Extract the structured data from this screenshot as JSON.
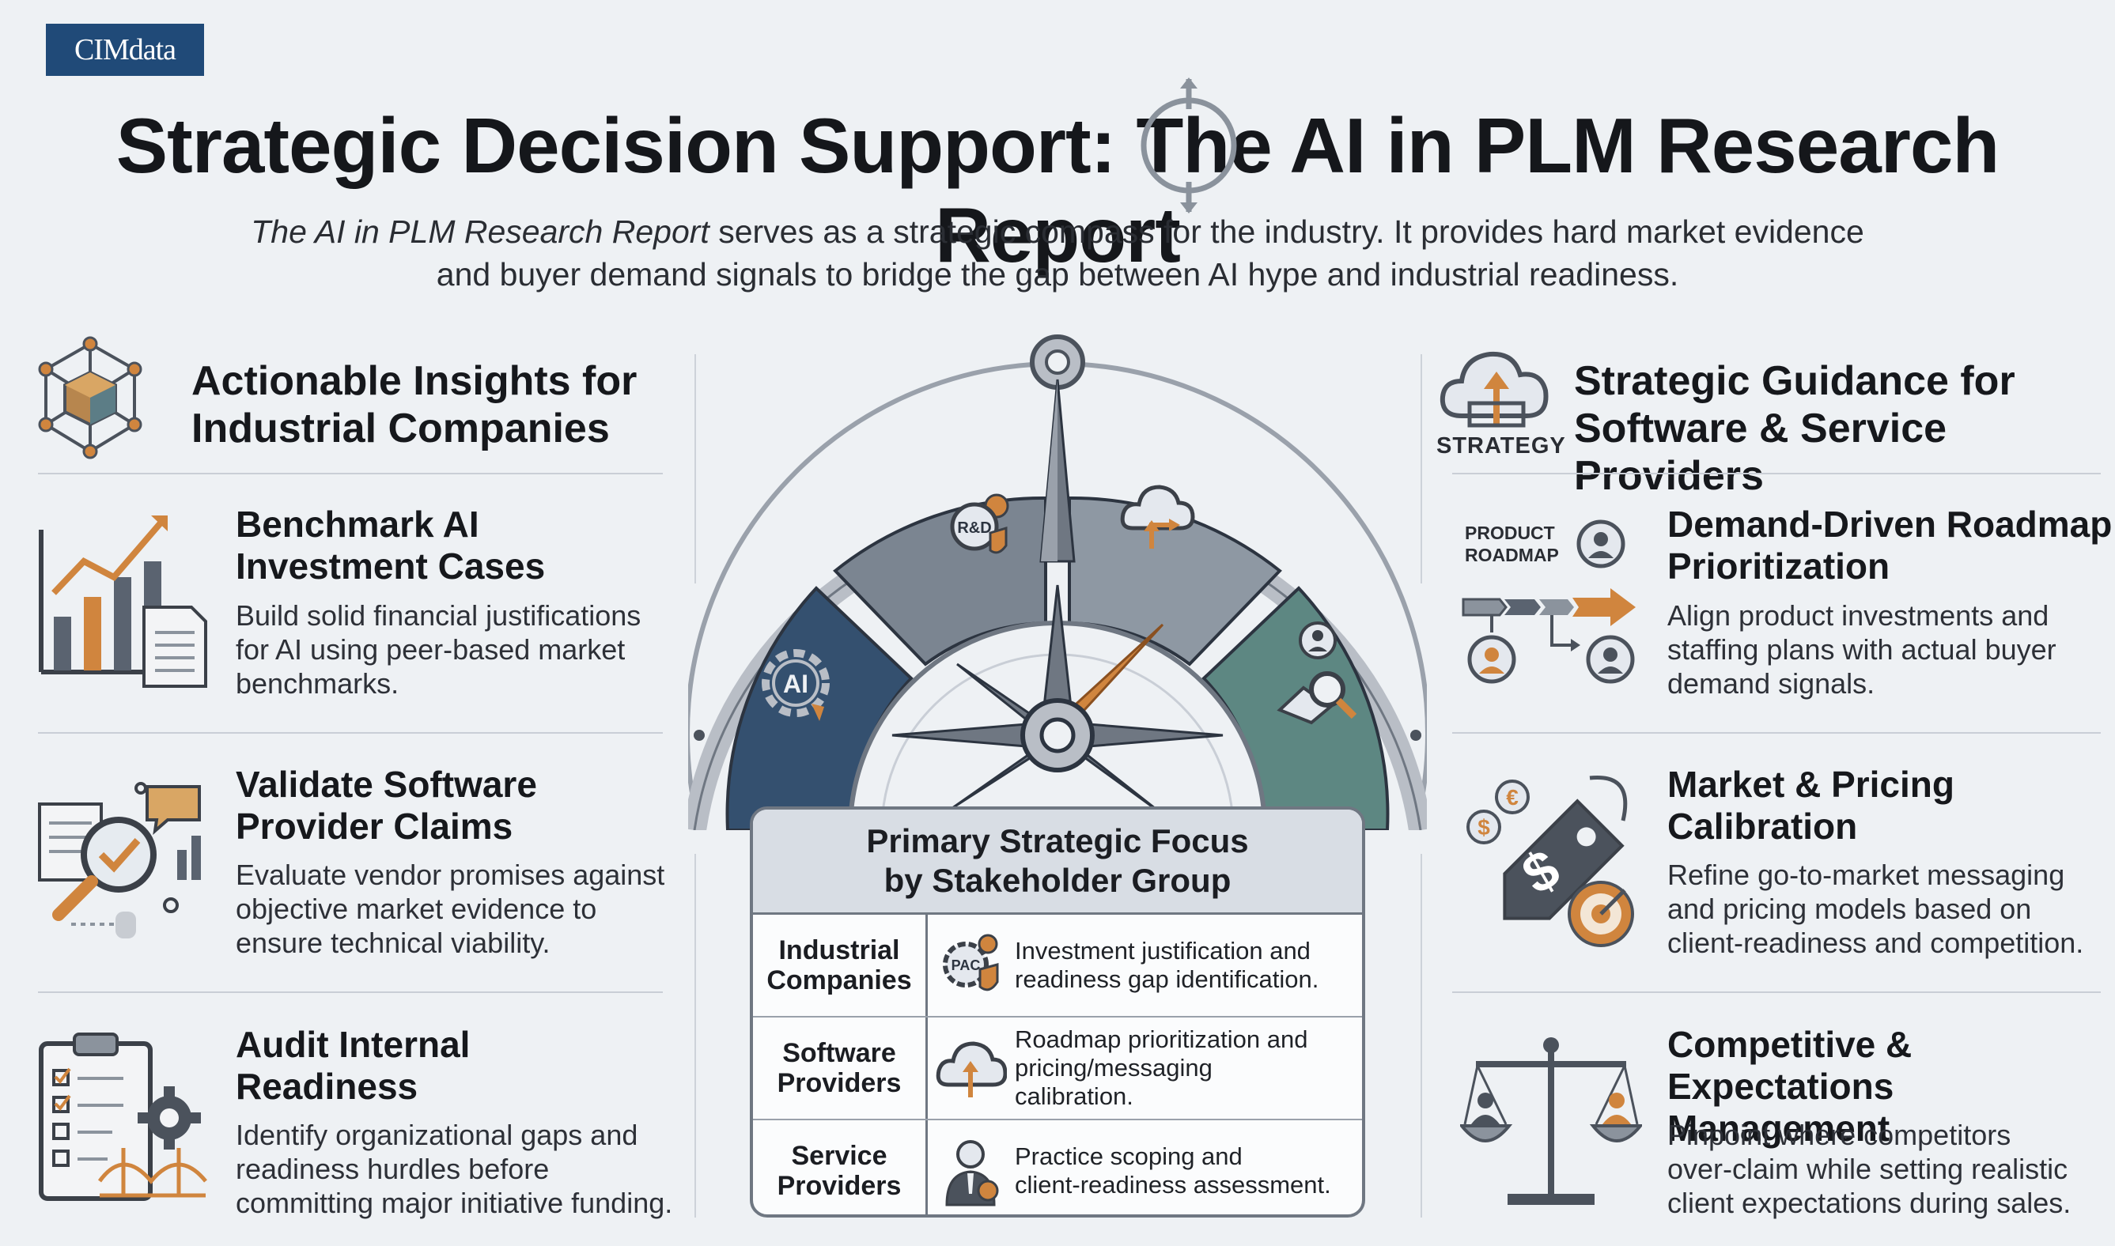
{
  "logo": "CIMdata",
  "title": "Strategic Decision Support: The AI in PLM Research Report",
  "subtitle": {
    "italic": "The AI in PLM Research Report",
    "rest1": " serves as a strategic compass for the industry. It provides hard market evidence",
    "line2": "and buyer demand signals to bridge the gap between AI hype and industrial readiness."
  },
  "left": {
    "heading": [
      "Actionable Insights for",
      "Industrial Companies"
    ],
    "items": [
      {
        "title": [
          "Benchmark AI",
          "Investment Cases"
        ],
        "desc": [
          "Build solid financial justifications",
          "for AI using peer-based market",
          "benchmarks."
        ]
      },
      {
        "title": [
          "Validate Software",
          "Provider Claims"
        ],
        "desc": [
          "Evaluate vendor promises against",
          "objective market evidence to",
          "ensure technical viability."
        ]
      },
      {
        "title": [
          "Audit Internal",
          "Readiness"
        ],
        "desc": [
          "Identify organizational gaps and",
          "readiness hurdles before",
          "committing major initiative funding."
        ]
      }
    ]
  },
  "right": {
    "heading": [
      "Strategic Guidance for",
      "Software & Service Providers"
    ],
    "strategy_label": "STRATEGY",
    "roadmap_label": [
      "PRODUCT",
      "ROADMAP"
    ],
    "items": [
      {
        "title": [
          "Demand-Driven Roadmap",
          "Prioritization"
        ],
        "desc": [
          "Align product investments and",
          "staffing plans with actual buyer",
          "demand signals."
        ]
      },
      {
        "title": [
          "Market & Pricing",
          "Calibration"
        ],
        "desc": [
          "Refine go-to-market messaging",
          "and pricing models based on",
          "client-readiness and competition."
        ]
      },
      {
        "title": [
          "Competitive &",
          "Expectations Management"
        ],
        "desc": [
          "Pinpoint where competitors",
          "over-claim while setting realistic",
          "client expectations during sales."
        ]
      }
    ]
  },
  "compass": {
    "rd_label": "R&D",
    "ai_label": "AI",
    "pac_label": "PAC"
  },
  "panel": {
    "heading": [
      "Primary Strategic Focus",
      "by Stakeholder Group"
    ],
    "rows": [
      {
        "group": [
          "Industrial",
          "Companies"
        ],
        "focus": [
          "Investment justification and",
          "readiness gap identification."
        ]
      },
      {
        "group": [
          "Software",
          "Providers"
        ],
        "focus": [
          "Roadmap prioritization and",
          "pricing/messaging",
          "calibration."
        ]
      },
      {
        "group": [
          "Service",
          "Providers"
        ],
        "focus": [
          "Practice scoping and",
          "client-readiness assessment."
        ]
      }
    ]
  },
  "colors": {
    "navy": "#34506f",
    "teal": "#5d8782",
    "orange": "#d0853e",
    "steel": "#8b939d",
    "dark": "#4b525c"
  }
}
